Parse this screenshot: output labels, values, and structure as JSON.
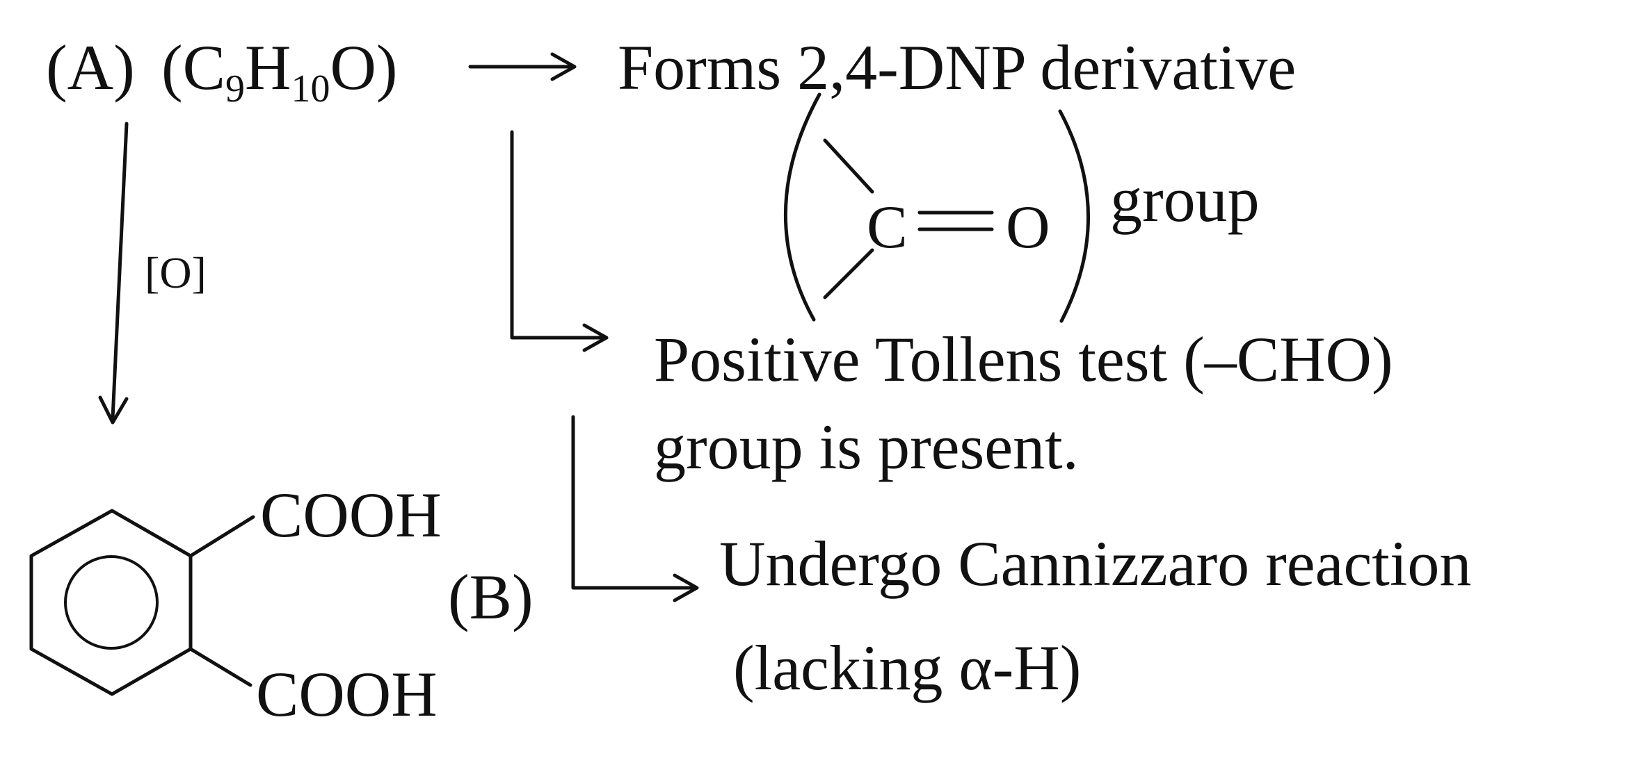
{
  "compound_a": {
    "label": "(A)",
    "formula_open": "(C",
    "formula_c_sub": "9",
    "formula_h": "H",
    "formula_h_sub": "10",
    "formula_close": "O)"
  },
  "oxidation": {
    "label": "[O]"
  },
  "steps": {
    "dnp": "Forms 2,4-DNP derivative",
    "carbonyl": {
      "carbon": "C",
      "oxygen": "O",
      "suffix": "group"
    },
    "tollens_line1": "Positive Tollens test (–CHO)",
    "tollens_line2": "group is present.",
    "cannizzaro_line1": "Undergo Cannizzaro reaction",
    "cannizzaro_line2": "(lacking α-H)"
  },
  "compound_b": {
    "label": "(B)",
    "substituent_top": "COOH",
    "substituent_bottom": "COOH"
  }
}
